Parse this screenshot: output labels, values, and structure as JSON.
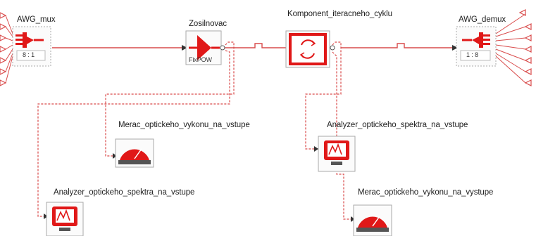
{
  "colors": {
    "wire": "#d94b4b",
    "accent": "#e01818",
    "icon_bg": "#f4e8e8",
    "box_border": "#a9a9a9",
    "text": "#222222"
  },
  "blocks": {
    "awg_mux": {
      "title": "AWG_mux",
      "ratio": "8 : 1",
      "icon": "multiplexer-icon"
    },
    "amplifier": {
      "title": "Zosilnovac",
      "sublabel": "FixPOW",
      "icon": "amplifier-triangle-icon"
    },
    "loop": {
      "title": "Komponent_iteracneho_cyklu",
      "icon": "loop-cycle-icon"
    },
    "awg_demux": {
      "title": "AWG_demux",
      "ratio": "1 : 8",
      "icon": "demultiplexer-icon"
    },
    "power_meter_in": {
      "title": "Merac_optickeho_vykonu_na_vstupe",
      "icon": "power-meter-icon"
    },
    "spectrum_in_1": {
      "title": "Analyzer_optickeho_spektra_na_vstupe",
      "icon": "spectrum-analyzer-icon"
    },
    "spectrum_in_2": {
      "title": "Analyzer_optickeho_spektra_na_vstupe",
      "icon": "spectrum-analyzer-icon"
    },
    "power_meter_out": {
      "title": "Merac_optickeho_vykonu_na_vystupe",
      "icon": "power-meter-icon"
    }
  }
}
